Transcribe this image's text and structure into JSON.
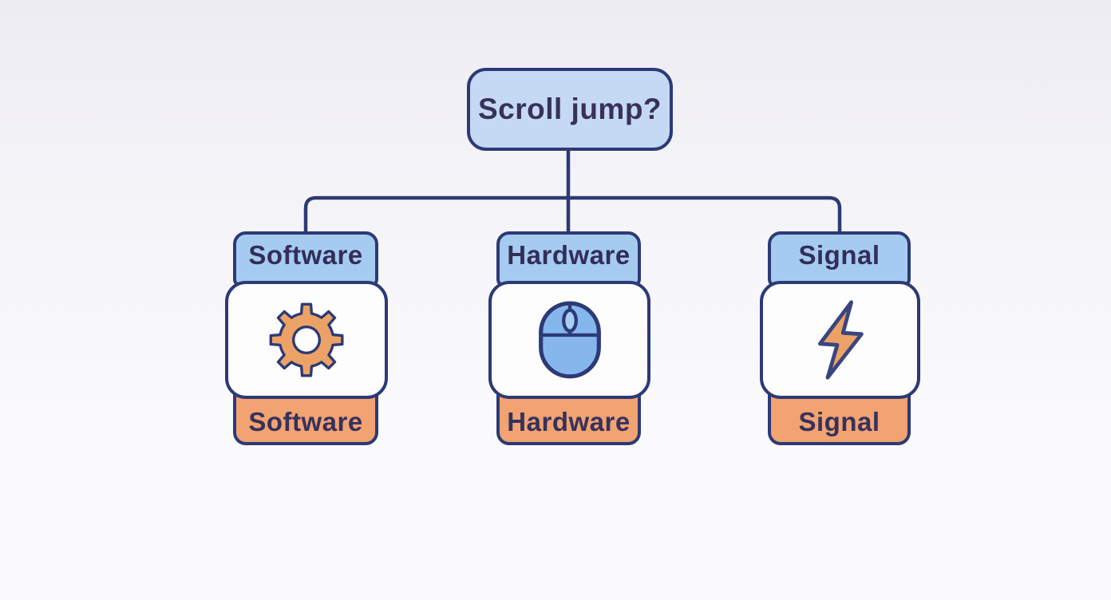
{
  "diagram": {
    "root": {
      "label": "Scroll jump?"
    },
    "branches": [
      {
        "id": "software",
        "header_label": "Software",
        "footer_label": "Software",
        "icon": "gear-icon"
      },
      {
        "id": "hardware",
        "header_label": "Hardware",
        "footer_label": "Hardware",
        "icon": "mouse-icon"
      },
      {
        "id": "signal",
        "header_label": "Signal",
        "footer_label": "Signal",
        "icon": "lightning-icon"
      }
    ],
    "colors": {
      "line_and_border": "#2c3a75",
      "root_fill": "#c6d9f4",
      "header_fill": "#a6cbf1",
      "card_fill": "#fdfdfe",
      "footer_fill": "#f1a371",
      "text": "#37315c",
      "icon_orange": "#eca266",
      "icon_blue": "#85b7ed",
      "background_top": "#edecf2",
      "background_bottom": "#fbfbfd"
    }
  }
}
